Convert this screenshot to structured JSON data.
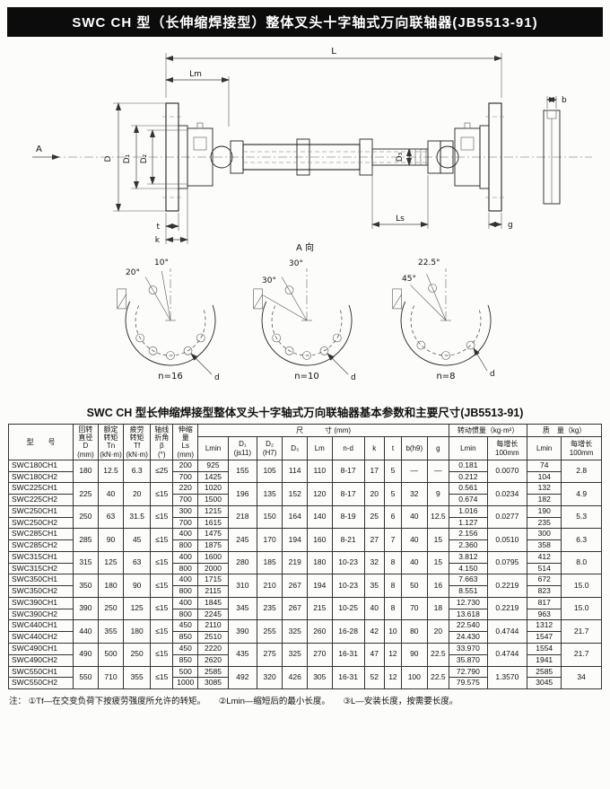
{
  "page": {
    "header_title": "SWC CH 型（长伸缩焊接型）整体叉头十字轴式万向联轴器(JB5513-91)",
    "table_title": "SWC CH 型长伸缩焊接型整体叉头十字轴式万向联轴器基本参数和主要尺寸(JB5513-91)",
    "footnote": {
      "prefix": "注：",
      "note1": "①Tf—在交变负荷下按疲劳强度所允许的转矩。",
      "note2": "②Lmin—缩短后的最小长度。",
      "note3": "③L—安装长度，按需要长度。"
    }
  },
  "drawing": {
    "dims": {
      "L": "L",
      "Lm": "Lm",
      "Ls": "Ls",
      "D": "D",
      "D1": "D₁",
      "D2": "D₂",
      "D3": "D₃",
      "t": "t",
      "k": "k",
      "g": "g",
      "b": "b",
      "A": "A",
      "A_view": "A 向"
    },
    "details": [
      {
        "angle1": "10°",
        "angle2": "20°",
        "n": "n=16",
        "d": "d"
      },
      {
        "angle1": "30°",
        "angle2": "30°",
        "n": "n=10",
        "d": "d"
      },
      {
        "angle1": "22.5°",
        "angle2": "45°",
        "n": "n=8",
        "d": "d"
      }
    ]
  },
  "table": {
    "headers": {
      "model": "型　　号",
      "D": "回转\n直径\nD\n(mm)",
      "Tn": "额定\n转矩\nTn\n(kN·m)",
      "Tf": "疲劳\n转矩\nTf\n(kN·m)",
      "beta": "轴线\n折角\nβ\n(°)",
      "Ls": "伸缩\n量\nLs\n(mm)",
      "size_group": "尺　　　寸 (mm)",
      "Lmin": "Lmin",
      "D1": "D₁\n(js11)",
      "D2": "D₂\n(H7)",
      "D3": "D₃",
      "Lm": "Lm",
      "nd": "n-d",
      "k": "k",
      "t": "t",
      "b": "b(h9)",
      "g": "g",
      "inertia_group": "转动惯量（kg·m²）",
      "J_Lmin": "Lmin",
      "J_inc": "每增长\n100mm",
      "mass_group": "质　量（kg）",
      "m_Lmin": "Lmin",
      "m_inc": "每增长\n100mm"
    },
    "groups": [
      {
        "model1": "SWC180CH1",
        "model2": "SWC180CH2",
        "D": "180",
        "Tn": "12.5",
        "Tf": "6.3",
        "beta": "≤25",
        "Ls1": "200",
        "Ls2": "700",
        "Lmin1": "925",
        "Lmin2": "1425",
        "D1": "155",
        "D2": "105",
        "D3": "114",
        "Lm": "110",
        "nd": "8-17",
        "k": "17",
        "t": "5",
        "b": "—",
        "g": "—",
        "J1": "0.181",
        "J2": "0.212",
        "Jinc": "0.0070",
        "m1": "74",
        "m2": "104",
        "minc": "2.8"
      },
      {
        "model1": "SWC225CH1",
        "model2": "SWC225CH2",
        "D": "225",
        "Tn": "40",
        "Tf": "20",
        "beta": "≤15",
        "Ls1": "220",
        "Ls2": "700",
        "Lmin1": "1020",
        "Lmin2": "1500",
        "D1": "196",
        "D2": "135",
        "D3": "152",
        "Lm": "120",
        "nd": "8-17",
        "k": "20",
        "t": "5",
        "b": "32",
        "g": "9",
        "J1": "0.561",
        "J2": "0.674",
        "Jinc": "0.0234",
        "m1": "132",
        "m2": "182",
        "minc": "4.9"
      },
      {
        "model1": "SWC250CH1",
        "model2": "SWC250CH2",
        "D": "250",
        "Tn": "63",
        "Tf": "31.5",
        "beta": "≤15",
        "Ls1": "300",
        "Ls2": "700",
        "Lmin1": "1215",
        "Lmin2": "1615",
        "D1": "218",
        "D2": "150",
        "D3": "164",
        "Lm": "140",
        "nd": "8-19",
        "k": "25",
        "t": "6",
        "b": "40",
        "g": "12.5",
        "J1": "1.016",
        "J2": "1.127",
        "Jinc": "0.0277",
        "m1": "190",
        "m2": "235",
        "minc": "5.3"
      },
      {
        "model1": "SWC285CH1",
        "model2": "SWC285CH2",
        "D": "285",
        "Tn": "90",
        "Tf": "45",
        "beta": "≤15",
        "Ls1": "400",
        "Ls2": "800",
        "Lmin1": "1475",
        "Lmin2": "1875",
        "D1": "245",
        "D2": "170",
        "D3": "194",
        "Lm": "160",
        "nd": "8-21",
        "k": "27",
        "t": "7",
        "b": "40",
        "g": "15",
        "J1": "2.156",
        "J2": "2.360",
        "Jinc": "0.0510",
        "m1": "300",
        "m2": "358",
        "minc": "6.3"
      },
      {
        "model1": "SWC315CH1",
        "model2": "SWC315CH2",
        "D": "315",
        "Tn": "125",
        "Tf": "63",
        "beta": "≤15",
        "Ls1": "400",
        "Ls2": "800",
        "Lmin1": "1600",
        "Lmin2": "2000",
        "D1": "280",
        "D2": "185",
        "D3": "219",
        "Lm": "180",
        "nd": "10-23",
        "k": "32",
        "t": "8",
        "b": "40",
        "g": "15",
        "J1": "3.812",
        "J2": "4.150",
        "Jinc": "0.0795",
        "m1": "412",
        "m2": "514",
        "minc": "8.0"
      },
      {
        "model1": "SWC350CH1",
        "model2": "SWC350CH2",
        "D": "350",
        "Tn": "180",
        "Tf": "90",
        "beta": "≤15",
        "Ls1": "400",
        "Ls2": "800",
        "Lmin1": "1715",
        "Lmin2": "2115",
        "D1": "310",
        "D2": "210",
        "D3": "267",
        "Lm": "194",
        "nd": "10-23",
        "k": "35",
        "t": "8",
        "b": "50",
        "g": "16",
        "J1": "7.663",
        "J2": "8.551",
        "Jinc": "0.2219",
        "m1": "672",
        "m2": "823",
        "minc": "15.0"
      },
      {
        "model1": "SWC390CH1",
        "model2": "SWC390CH2",
        "D": "390",
        "Tn": "250",
        "Tf": "125",
        "beta": "≤15",
        "Ls1": "400",
        "Ls2": "800",
        "Lmin1": "1845",
        "Lmin2": "2245",
        "D1": "345",
        "D2": "235",
        "D3": "267",
        "Lm": "215",
        "nd": "10-25",
        "k": "40",
        "t": "8",
        "b": "70",
        "g": "18",
        "J1": "12.730",
        "J2": "13.618",
        "Jinc": "0.2219",
        "m1": "817",
        "m2": "963",
        "minc": "15.0"
      },
      {
        "model1": "SWC440CH1",
        "model2": "SWC440CH2",
        "D": "440",
        "Tn": "355",
        "Tf": "180",
        "beta": "≤15",
        "Ls1": "450",
        "Ls2": "850",
        "Lmin1": "2110",
        "Lmin2": "2510",
        "D1": "390",
        "D2": "255",
        "D3": "325",
        "Lm": "260",
        "nd": "16-28",
        "k": "42",
        "t": "10",
        "b": "80",
        "g": "20",
        "J1": "22.540",
        "J2": "24.430",
        "Jinc": "0.4744",
        "m1": "1312",
        "m2": "1547",
        "minc": "21.7"
      },
      {
        "model1": "SWC490CH1",
        "model2": "SWC490CH2",
        "D": "490",
        "Tn": "500",
        "Tf": "250",
        "beta": "≤15",
        "Ls1": "450",
        "Ls2": "850",
        "Lmin1": "2220",
        "Lmin2": "2620",
        "D1": "435",
        "D2": "275",
        "D3": "325",
        "Lm": "270",
        "nd": "16-31",
        "k": "47",
        "t": "12",
        "b": "90",
        "g": "22.5",
        "J1": "33.970",
        "J2": "35.870",
        "Jinc": "0.4744",
        "m1": "1554",
        "m2": "1941",
        "minc": "21.7"
      },
      {
        "model1": "SWC550CH1",
        "model2": "SWC550CH2",
        "D": "550",
        "Tn": "710",
        "Tf": "355",
        "beta": "≤15",
        "Ls1": "500",
        "Ls2": "1000",
        "Lmin1": "2585",
        "Lmin2": "3085",
        "D1": "492",
        "D2": "320",
        "D3": "426",
        "Lm": "305",
        "nd": "16-31",
        "k": "52",
        "t": "12",
        "b": "100",
        "g": "22.5",
        "J1": "72.790",
        "J2": "79.575",
        "Jinc": "1.3570",
        "m1": "2585",
        "m2": "3045",
        "minc": "34"
      }
    ]
  }
}
